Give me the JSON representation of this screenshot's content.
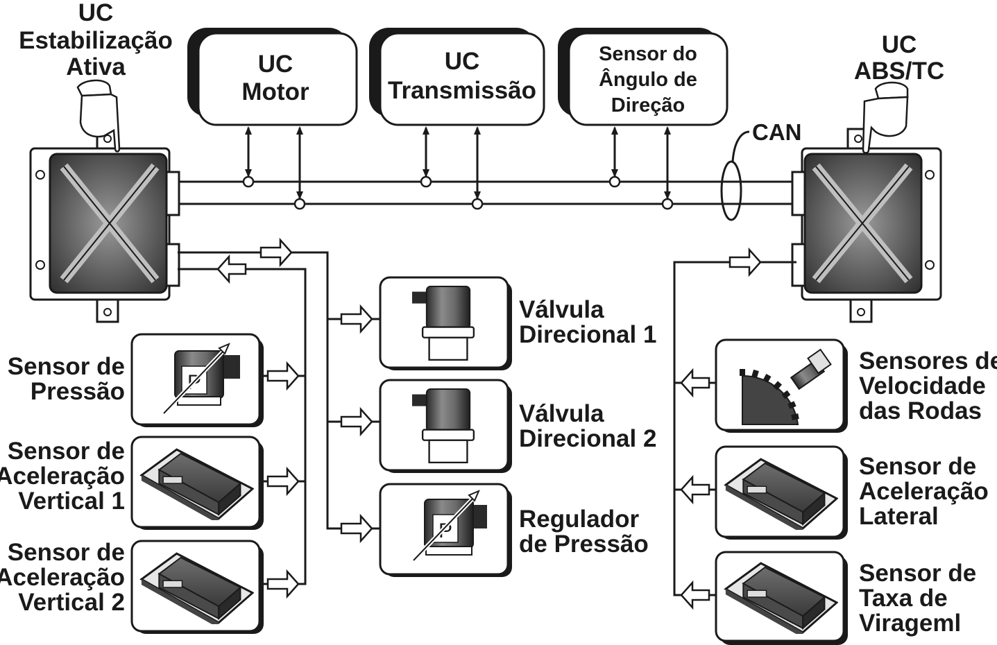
{
  "modules": {
    "esp": [
      "UC",
      "Estabilização",
      "Ativa"
    ],
    "abs": [
      "UC",
      "ABS/TC"
    ],
    "motor": [
      "UC",
      "Motor"
    ],
    "transmissao": [
      "UC",
      "Transmissão"
    ],
    "angulo": [
      "Sensor do",
      "Ângulo de",
      "Direção"
    ]
  },
  "bus": {
    "label": "CAN"
  },
  "left_sensors": [
    {
      "lines": [
        "Sensor de",
        "Pressão"
      ],
      "icon": "pressure-sensor-icon"
    },
    {
      "lines": [
        "Sensor de",
        "Aceleração",
        "Vertical 1"
      ],
      "icon": "acceleration-sensor-icon"
    },
    {
      "lines": [
        "Sensor de",
        "Aceleração",
        "Vertical 2"
      ],
      "icon": "acceleration-sensor-icon"
    }
  ],
  "actuators": [
    {
      "lines": [
        "Válvula",
        "Direcional 1"
      ],
      "icon": "valve-icon"
    },
    {
      "lines": [
        "Válvula",
        "Direcional 2"
      ],
      "icon": "valve-icon"
    },
    {
      "lines": [
        "Regulador",
        "de Pressão"
      ],
      "icon": "pressure-regulator-icon"
    }
  ],
  "right_sensors": [
    {
      "lines": [
        "Sensores de",
        "Velocidade",
        "das Rodas"
      ],
      "icon": "wheel-speed-sensor-icon"
    },
    {
      "lines": [
        "Sensor de",
        "Aceleração",
        "Lateral"
      ],
      "icon": "acceleration-sensor-icon"
    },
    {
      "lines": [
        "Sensor de",
        "Taxa de",
        "Virageml"
      ],
      "icon": "yaw-rate-sensor-icon"
    }
  ],
  "pressure_symbol": "P",
  "colors": {
    "ink": "#1a1a1a",
    "unit_fill": "#555555",
    "paper": "#ffffff"
  }
}
